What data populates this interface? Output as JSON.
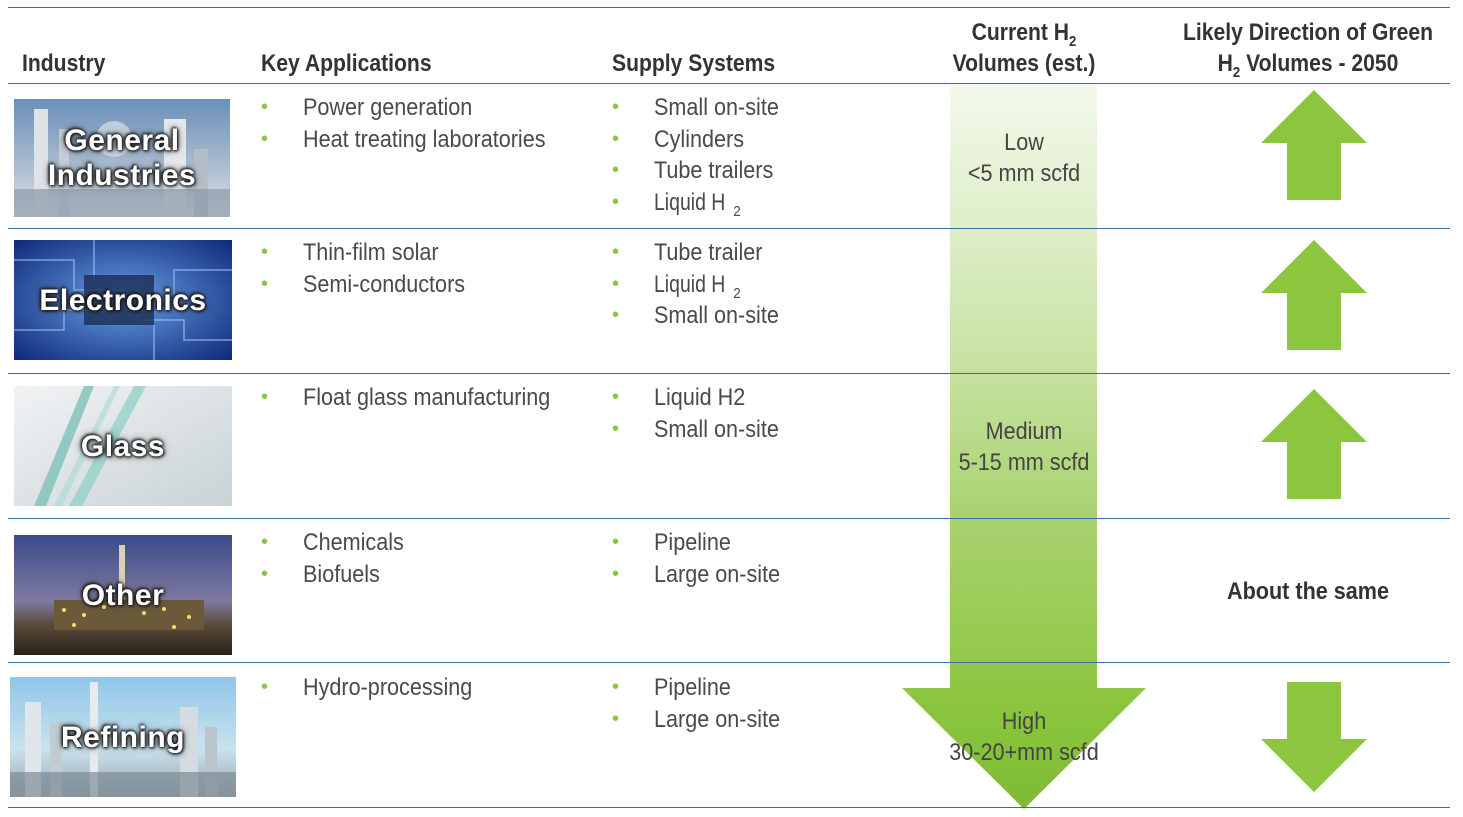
{
  "header": {
    "industry": "Industry",
    "key_applications": "Key Applications",
    "supply_systems": "Supply Systems",
    "current_volumes_line1": "Current H",
    "current_volumes_sub": "2",
    "current_volumes_line2": "Volumes (est.)",
    "direction_line1": "Likely Direction of Green",
    "direction_h": "H",
    "direction_sub": "2",
    "direction_line2": " Volumes - 2050"
  },
  "rows": [
    {
      "industry_label": "General Industries",
      "applications": [
        "Power generation",
        "Heat treating laboratories"
      ],
      "supply": [
        "Small on-site",
        "Cylinders",
        "Tube trailers",
        "Liquid H"
      ],
      "supply_last_sub": "2",
      "direction": "up"
    },
    {
      "industry_label": "Electronics",
      "applications": [
        "Thin-film solar",
        "Semi-conductors"
      ],
      "supply": [
        "Tube trailer",
        "Liquid H",
        "Small on-site"
      ],
      "supply_sub_index1": "2",
      "direction": "up"
    },
    {
      "industry_label": "Glass",
      "applications": [
        "Float glass manufacturing"
      ],
      "supply": [
        "Liquid H2",
        "Small on-site"
      ],
      "direction": "up"
    },
    {
      "industry_label": "Other",
      "applications": [
        "Chemicals",
        "Biofuels"
      ],
      "supply": [
        "Pipeline",
        "Large on-site"
      ],
      "direction": "About the same"
    },
    {
      "industry_label": "Refining",
      "applications": [
        "Hydro-processing"
      ],
      "supply": [
        "Pipeline",
        "Large on-site"
      ],
      "direction": "down"
    }
  ],
  "volumes": {
    "low_label": "Low",
    "low_value": "<5 mm scfd",
    "medium_label": "Medium",
    "medium_value": "5-15 mm scfd",
    "high_label": "High",
    "high_value": "30-20+mm scfd"
  },
  "colors": {
    "green": "#8cc63f",
    "rule_blue": "#3b6aa5"
  }
}
